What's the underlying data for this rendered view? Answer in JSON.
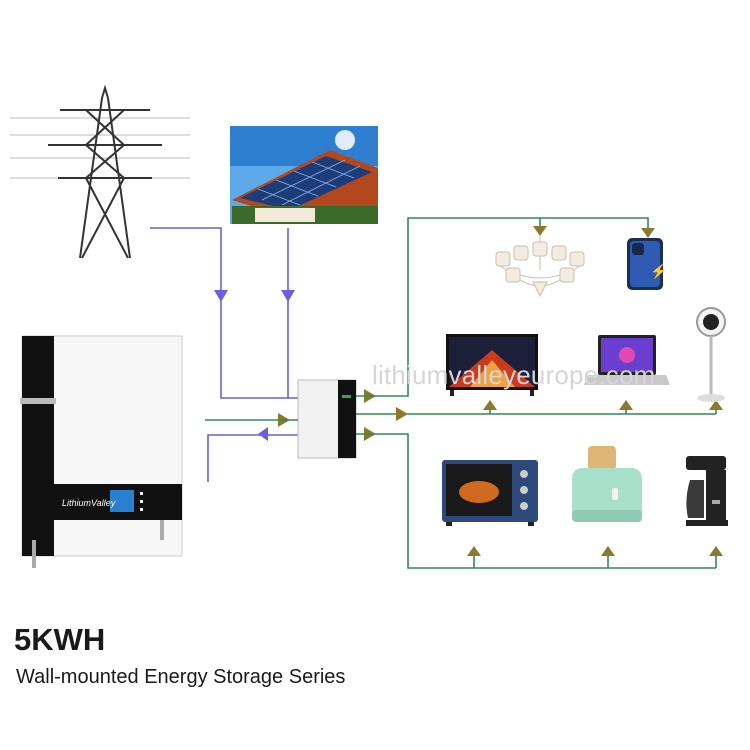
{
  "watermark": "lithiumvalleyeurope.com",
  "title": "5KWH",
  "subtitle": "Wall-mounted Energy Storage Series",
  "battery_brand_logo": "LithiumValley",
  "colors": {
    "grid_flow": "#6a5fe0",
    "load_flow": "#2e8b57",
    "arrow_mark": "#8a7a2a",
    "battery_body": "#f7f7f7",
    "battery_trim": "#111111",
    "inverter_accent": "#2fa84f"
  },
  "icons": [
    "power-pylon-icon",
    "solar-house-icon",
    "battery-icon",
    "inverter-icon",
    "chandelier-icon",
    "smartphone-icon",
    "tv-icon",
    "laptop-icon",
    "fan-icon",
    "oven-icon",
    "toaster-icon",
    "coffee-maker-icon"
  ]
}
